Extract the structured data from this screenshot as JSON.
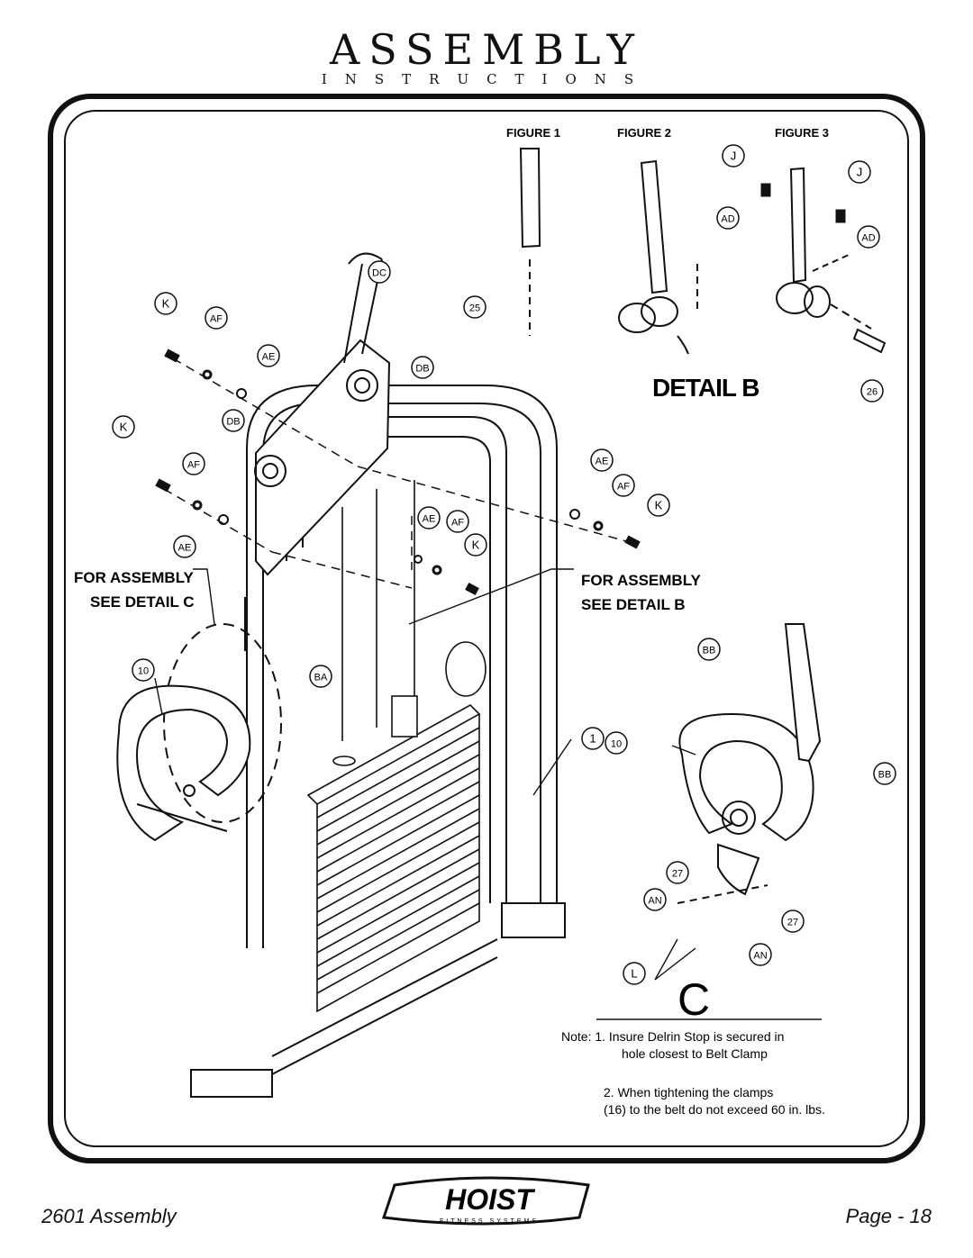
{
  "header": {
    "title": "ASSEMBLY",
    "subtitle": "INSTRUCTIONS"
  },
  "figure_labels": [
    "FIGURE 1",
    "FIGURE 2",
    "FIGURE 3"
  ],
  "detail_b": "DETAIL B",
  "detail_c": "C",
  "callouts": {
    "see_c_line1": "FOR ASSEMBLY",
    "see_c_line2": "SEE DETAIL C",
    "see_b_line1": "FOR ASSEMBLY",
    "see_b_line2": "SEE DETAIL B"
  },
  "part_tags": [
    "K",
    "AF",
    "AE",
    "DC",
    "DB",
    "K",
    "DB",
    "AF",
    "AE",
    "25",
    "AE",
    "AF",
    "K",
    "AE",
    "AF",
    "K",
    "10",
    "BA",
    "1",
    "J",
    "J",
    "AD",
    "AD",
    "26",
    "BB",
    "10",
    "BB",
    "27",
    "AN",
    "27",
    "AN",
    "L"
  ],
  "notes": {
    "line1": "Note: 1. Insure Delrin Stop is secured in",
    "line2": "hole closest to Belt Clamp",
    "line3": "2. When tightening the clamps",
    "line4": "(16) to the belt do not exceed 60 in. lbs."
  },
  "footer": {
    "model": "2601 Assembly",
    "page": "Page - 18",
    "brand": "HOIST",
    "brand_sub": "FITNESS SYSTEMS"
  }
}
